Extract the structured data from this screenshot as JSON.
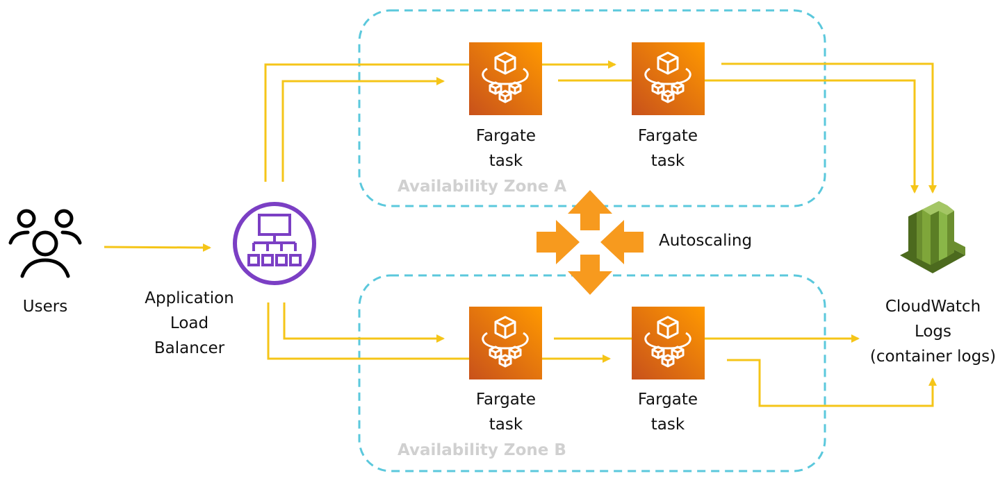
{
  "nodes": {
    "users": "Users",
    "alb": "Application\nLoad\nBalancer",
    "cloudwatch": "CloudWatch\nLogs\n(container logs)",
    "autoscaling": "Autoscaling",
    "zone_a": "Availability Zone A",
    "zone_b": "Availability Zone B",
    "tasks": [
      "Fargate\ntask",
      "Fargate\ntask",
      "Fargate\ntask",
      "Fargate\ntask"
    ]
  },
  "colors": {
    "arrow": "#f5c518",
    "zone_border": "#5bc8dc",
    "alb": "#7b3fc4",
    "fargate_dark": "#c8511b",
    "fargate_light": "#ff9900",
    "autoscaling": "#f79a1e",
    "cloudwatch": "#6b8e2f",
    "zone_label": "#d0d0d0"
  },
  "icons": {
    "users": "users-icon",
    "alb": "application-load-balancer-icon",
    "task": "fargate-task-icon",
    "autoscaling": "autoscaling-arrows-icon",
    "cloudwatch": "cloudwatch-logs-icon"
  }
}
